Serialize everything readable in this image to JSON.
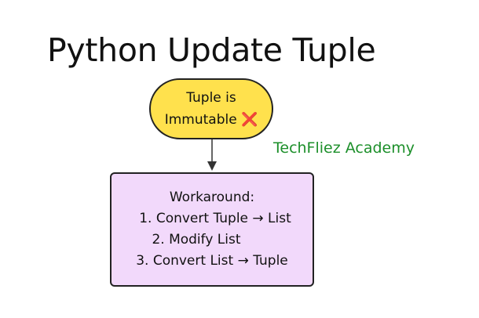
{
  "title": "Python Update Tuple",
  "start_node": {
    "line1": "Tuple is",
    "line2": "Immutable",
    "icon": "❌",
    "color": "#ffe14d"
  },
  "workaround_node": {
    "heading": "Workaround:",
    "steps": [
      "1. Convert Tuple → List",
      "2. Modify List",
      "3. Convert List → Tuple"
    ],
    "color": "#f2d9fb"
  },
  "watermark": "TechFliez Academy"
}
